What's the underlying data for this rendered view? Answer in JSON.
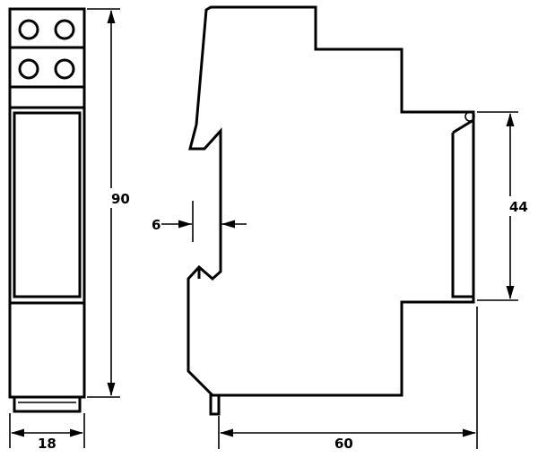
{
  "dimensions": {
    "height": "90",
    "width": "18",
    "depth": "60",
    "front_height": "44",
    "rail_offset": "6"
  }
}
